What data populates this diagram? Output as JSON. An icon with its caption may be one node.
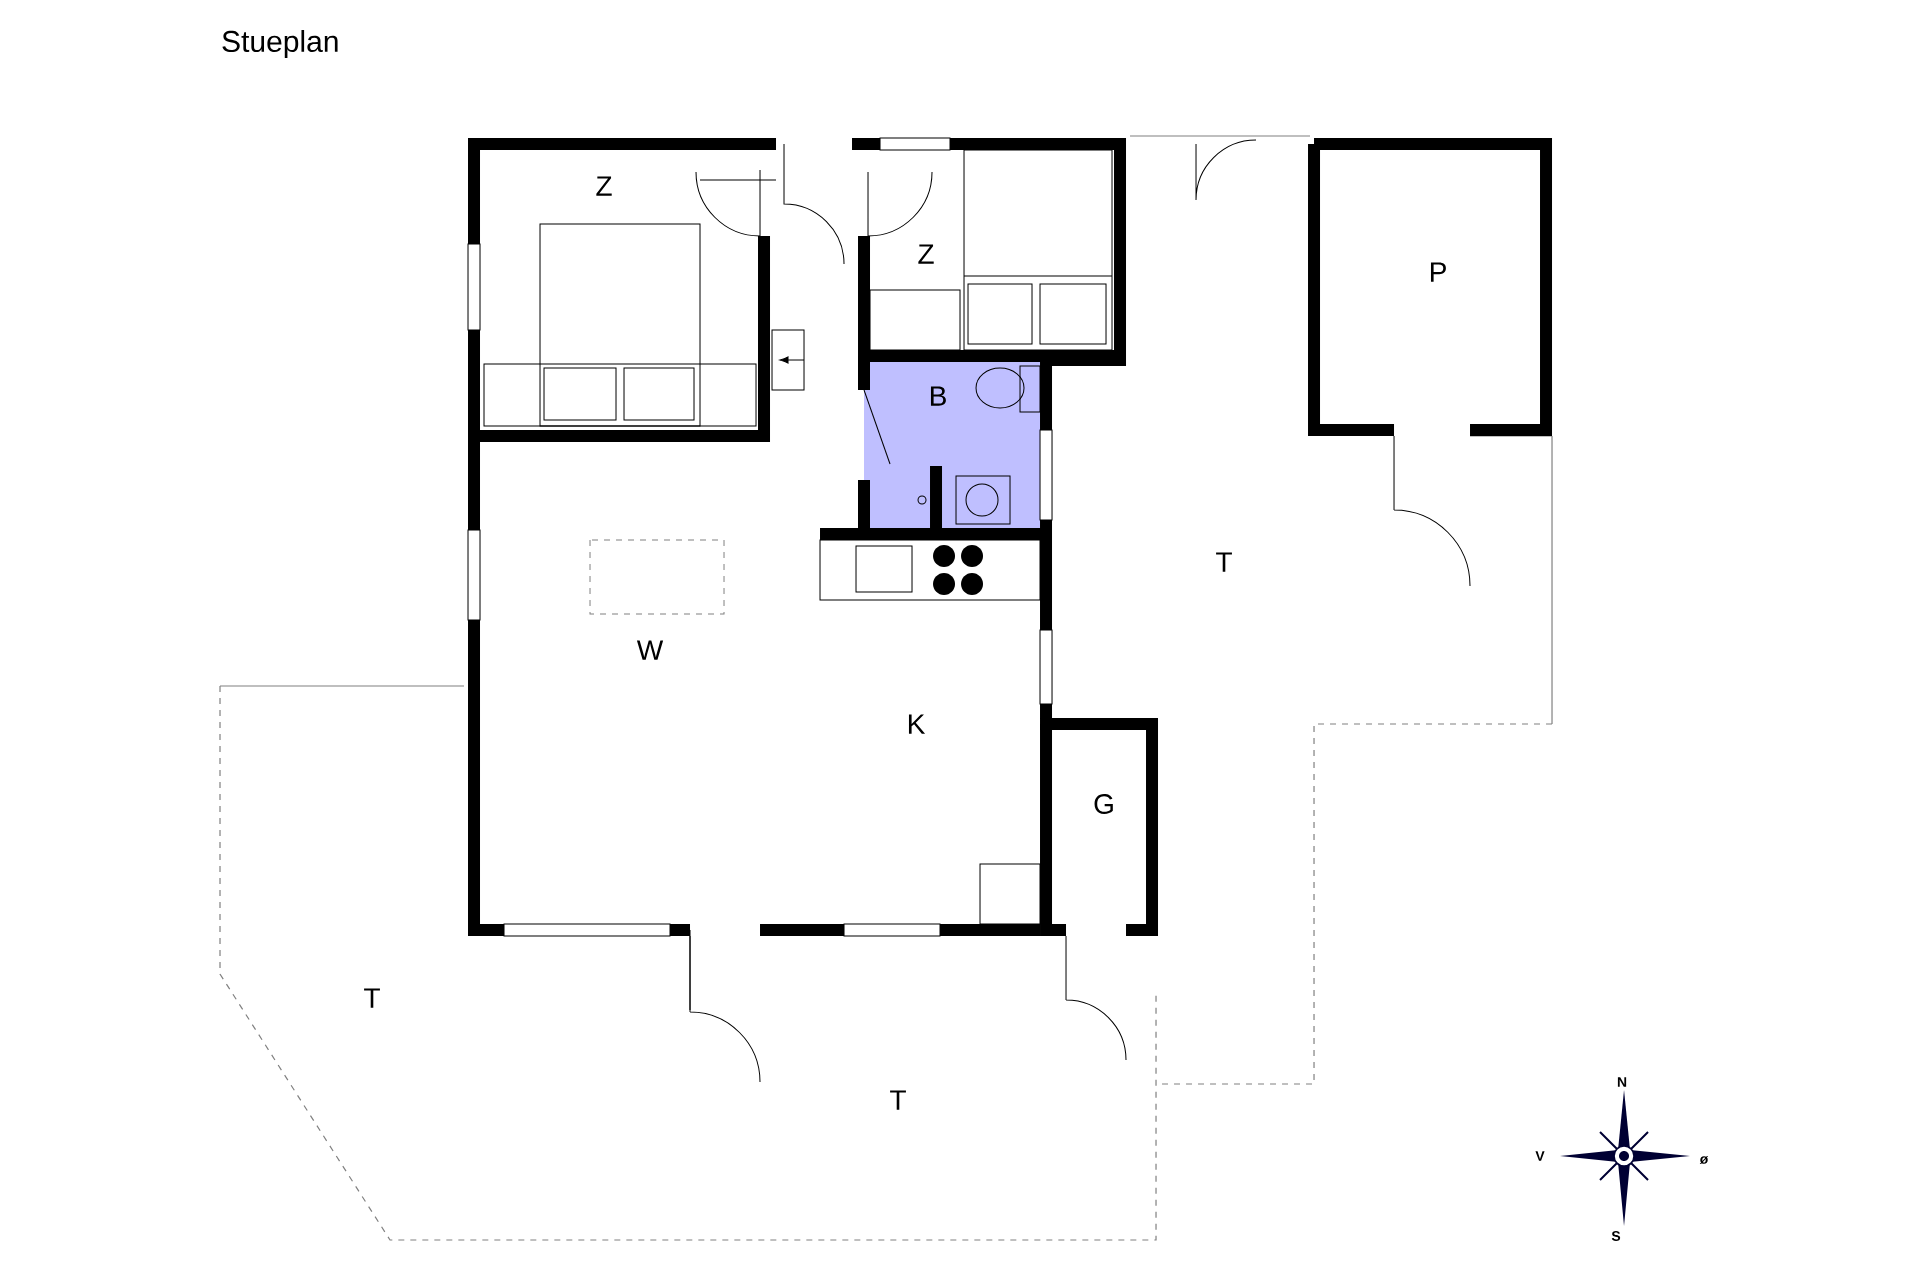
{
  "diagram": {
    "title": "Stueplan",
    "labels": [
      "Z",
      "Z",
      "P",
      "B",
      "T",
      "W",
      "K",
      "G",
      "T",
      "T",
      "N",
      "V",
      "ø",
      "S"
    ]
  }
}
